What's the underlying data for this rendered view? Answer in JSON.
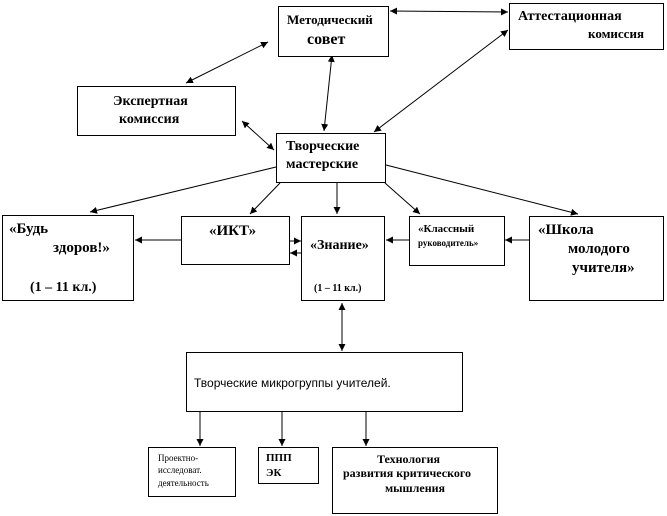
{
  "nodes": {
    "metodicheskiy_sovet": {
      "line1": "Методический",
      "line2": "совет"
    },
    "attestatsionnaya": {
      "line1": "Аттестационная",
      "line2": "комиссия"
    },
    "ekspertnaya": {
      "line1": "Экспертная",
      "line2": "комиссия"
    },
    "tvorcheskie_masterskie": {
      "line1": "Творческие",
      "line2": "мастерские"
    },
    "bud_zdorov": {
      "line1": "«Будь",
      "line2": "здоров!»",
      "line3": "(1 – 11 кл.)"
    },
    "ikt": {
      "label": "«ИКТ»"
    },
    "znanie": {
      "label": "«Знание»",
      "grades": "(1 – 11 кл.)"
    },
    "klassny": {
      "line1": "«Классный",
      "line2": "руководитель»"
    },
    "shkola": {
      "line1": "«Школа",
      "line2": "молодого",
      "line3": "учителя»"
    },
    "mikrogruppy": {
      "label": "Творческие микрогруппы учителей."
    },
    "proektno": {
      "line1": "Проектно-",
      "line2": "исследоват.",
      "line3": "деятельность"
    },
    "ppp": {
      "line1": "ППП",
      "line2": "ЭК"
    },
    "tekhnologiya": {
      "line1": "Технология",
      "line2": "развития критического",
      "line3": "мышления"
    }
  }
}
